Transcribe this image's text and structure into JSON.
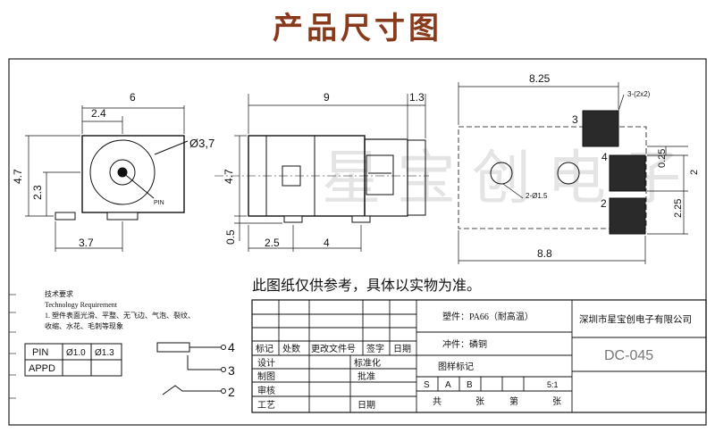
{
  "page_title": "产品尺寸图",
  "watermark": "星宝创电子",
  "front_view": {
    "dim_width": "6",
    "dim_offset": "2.4",
    "dim_diameter": "Ø3,7",
    "dim_height": "4.7",
    "dim_center": "2.3",
    "dim_pin": "3.7",
    "pin_label": "PIN"
  },
  "side_view": {
    "dim_length": "9",
    "dim_tail": "1.3",
    "dim_height": "4.7",
    "dim_standoff": "0.5",
    "dim_pin1": "2.5",
    "dim_pin2": "4"
  },
  "pcb_view": {
    "dim_top": "8.25",
    "dim_bottom": "8.8",
    "hole_note": "3-(2x2)",
    "hole_note2": "2-Ø1.5",
    "pad3": "3",
    "pad4": "4",
    "pad2": "2",
    "dim_a": "0.25",
    "dim_b": "2",
    "dim_c": "2.25"
  },
  "notice": "此图纸仅供参考，具体以实物为准。",
  "tech": {
    "title_cn": "技术要求",
    "title_en": "Technology Requirement",
    "line1": "1. 塑件表面光滑、平整、无飞边、气泡、裂纹、",
    "line2": "收缩、水花、毛刺等现象"
  },
  "pin_table": {
    "header": [
      "PIN",
      "Ø1.0",
      "Ø1.3"
    ],
    "row2": "APPD"
  },
  "schematic": {
    "pin4": "4",
    "pin3": "3",
    "pin2": "2"
  },
  "title_block": {
    "material": "塑件：PA66（耐高温）",
    "stamp": "冲件：磷铜",
    "company": "深圳市星宝创电子有限公司",
    "part_no": "DC-045",
    "rev_headers": [
      "标记",
      "处数",
      "更改文件号",
      "签字",
      "日期"
    ],
    "design": "设计",
    "standard": "标准化",
    "draw": "制图",
    "approve": "批准",
    "review": "审核",
    "process": "工艺",
    "date": "日期",
    "pattern_mark": "图样标记",
    "marks": [
      "S",
      "A",
      "B"
    ],
    "scale": "5:1",
    "total": "共",
    "sheet": "张",
    "di": "第",
    "sheet2": "张"
  }
}
